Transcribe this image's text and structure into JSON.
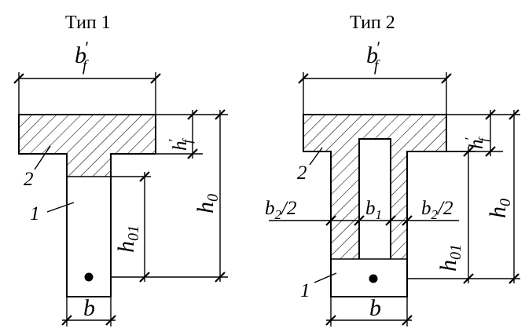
{
  "types": [
    {
      "title": "Тип 1",
      "dims": {
        "flange_width": {
          "main": "b",
          "prime": "′",
          "sub": "f"
        },
        "flange_height": {
          "main": "h",
          "prime": "′",
          "sub": "f"
        },
        "effective_depth": {
          "main": "h",
          "sub": "0"
        },
        "reinforcement_depth": {
          "main": "h",
          "sub": "01"
        },
        "web_width": {
          "main": "b"
        }
      },
      "markers": [
        "1",
        "2"
      ]
    },
    {
      "title": "Тип 2",
      "dims": {
        "flange_width": {
          "main": "b",
          "prime": "′",
          "sub": "f"
        },
        "flange_height": {
          "main": "h",
          "prime": "′",
          "sub": "f"
        },
        "effective_depth": {
          "main": "h",
          "sub": "0"
        },
        "reinforcement_depth": {
          "main": "h",
          "sub": "01"
        },
        "web_width": {
          "main": "b"
        },
        "half_width_left": {
          "main": "b",
          "sub": "2",
          "suffix": "/2"
        },
        "void_width": {
          "main": "b",
          "sub": "1"
        },
        "half_width_right": {
          "main": "b",
          "sub": "2",
          "suffix": "/2"
        }
      },
      "markers": [
        "1",
        "2"
      ]
    }
  ]
}
